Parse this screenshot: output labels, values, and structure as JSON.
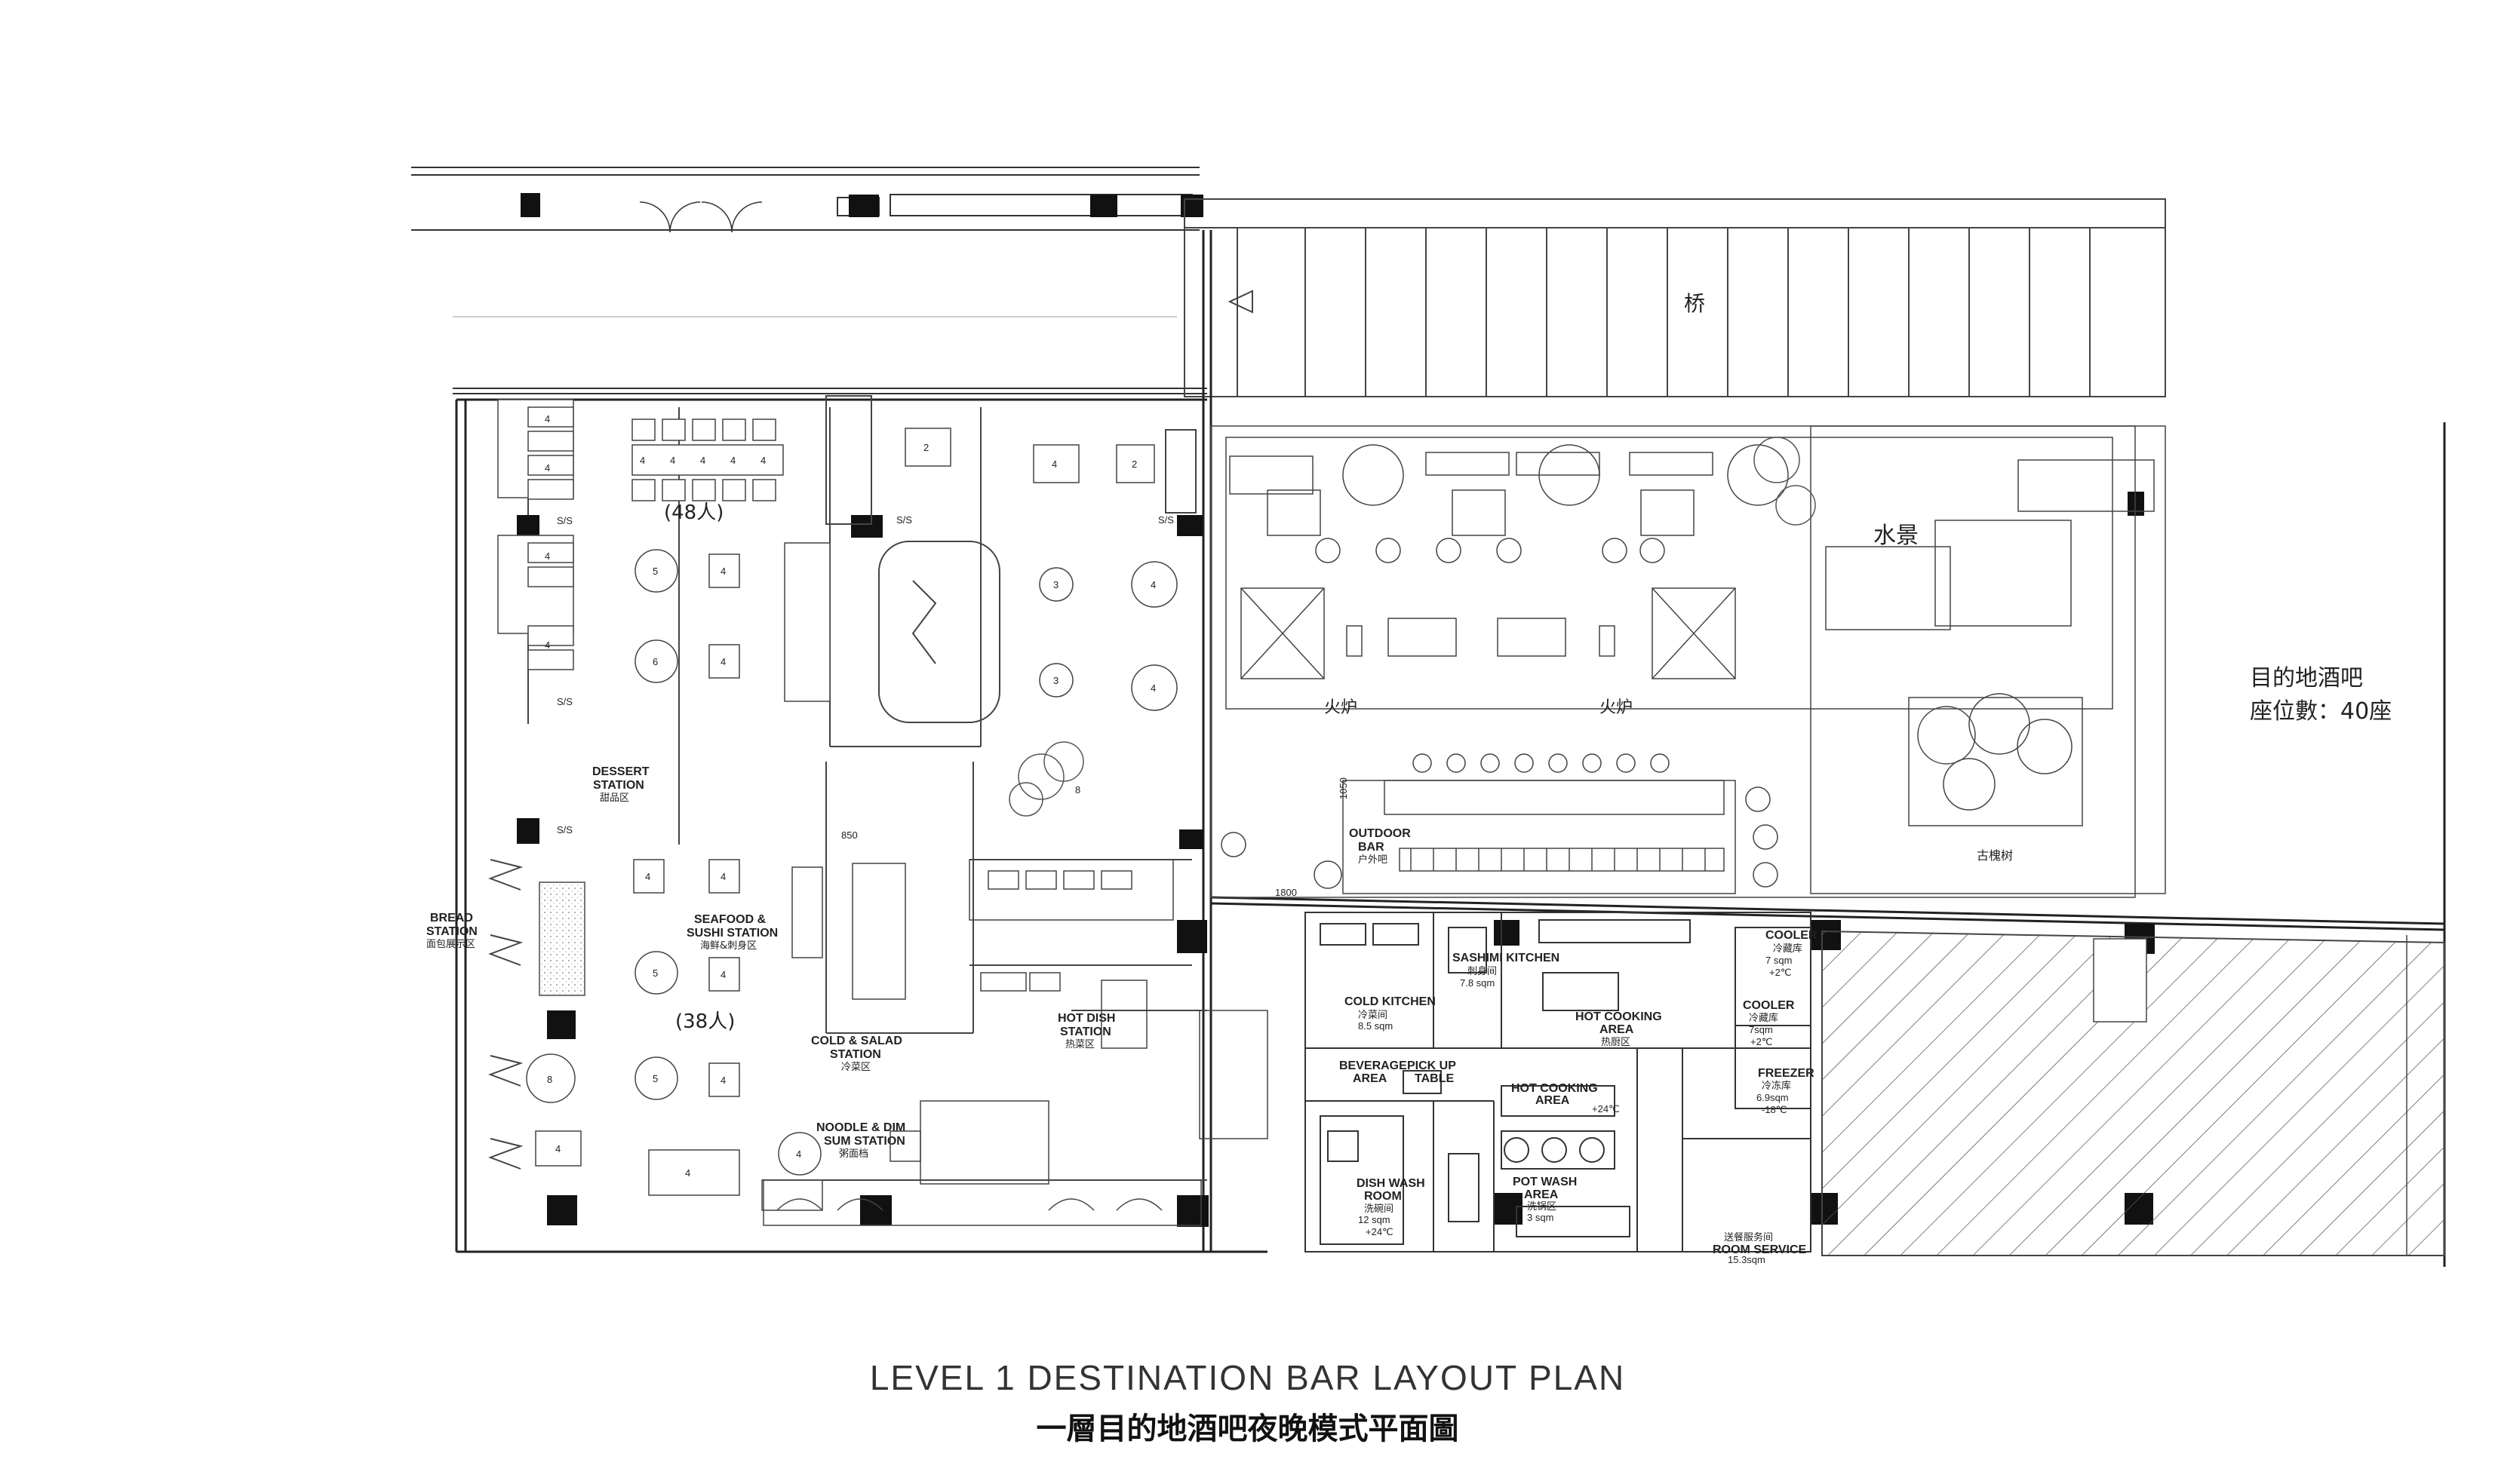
{
  "title": {
    "english": "LEVEL 1 DESTINATION BAR LAYOUT PLAN",
    "chinese": "一層目的地酒吧夜晚模式平面圖"
  },
  "side_note": {
    "line1": "目的地酒吧",
    "line2": "座位數：40座"
  },
  "zones": {
    "bridge": "桥",
    "water": "水景",
    "fire_left": "火炉",
    "fire_right": "火炉",
    "old_tree": "古槐树",
    "seats_48": "(48人)",
    "seats_38": "(38人)"
  },
  "stations": {
    "dessert": {
      "en1": "DESSERT",
      "en2": "STATION",
      "zh": "甜品区"
    },
    "bread": {
      "en1": "BREAD",
      "en2": "STATION",
      "zh": "面包展示区"
    },
    "seafood": {
      "en1": "SEAFOOD &",
      "en2": "SUSHI STATION",
      "zh": "海鲜&刺身区"
    },
    "cold_salad": {
      "en1": "COLD & SALAD",
      "en2": "STATION",
      "zh": "冷菜区"
    },
    "hot_dish": {
      "en1": "HOT DISH",
      "en2": "STATION",
      "zh": "热菜区"
    },
    "noodle": {
      "en1": "NOODLE & DIM",
      "en2": "SUM STATION",
      "zh": "粥面档"
    },
    "outdoor_bar": {
      "en1": "OUTDOOR",
      "en2": "BAR",
      "zh": "户外吧"
    }
  },
  "rooms": {
    "cold_kitchen": {
      "en": "COLD KITCHEN",
      "zh": "冷菜间",
      "area": "8.5 sqm"
    },
    "sashimi_kitchen": {
      "en": "SASHIMI KITCHEN",
      "zh": "刺身间",
      "area": "7.8 sqm"
    },
    "hot_cooking_1": {
      "en1": "HOT COOKING",
      "en2": "AREA",
      "zh": "热厨区"
    },
    "hot_cooking_2": {
      "en1": "HOT COOKING",
      "en2": "AREA",
      "temp": "+24℃"
    },
    "beverage": {
      "en1": "BEVERAGE",
      "en2": "AREA"
    },
    "pickup": {
      "en1": "PICK UP",
      "en2": "TABLE"
    },
    "dish_wash": {
      "en1": "DISH WASH",
      "en2": "ROOM",
      "zh": "洗碗间",
      "area": "12 sqm",
      "temp": "+24℃"
    },
    "pot_wash": {
      "en1": "POT WASH",
      "en2": "AREA",
      "zh": "洗锅区",
      "area": "3 sqm"
    },
    "cooler_1": {
      "en": "COOLER",
      "zh": "冷藏库",
      "area": "7 sqm",
      "temp": "+2℃"
    },
    "cooler_2": {
      "en": "COOLER",
      "zh": "冷藏库",
      "area": "7sqm",
      "temp": "+2℃"
    },
    "freezer": {
      "en": "FREEZER",
      "zh": "冷冻库",
      "area": "6.9sqm",
      "temp": "-18℃"
    },
    "room_service": {
      "en": "ROOM SERVICE",
      "zh": "送餐服务间",
      "area": "15.3sqm"
    }
  },
  "table_labels": {
    "four": "4",
    "five": "5",
    "six": "6",
    "eight": "8",
    "two": "2",
    "three": "3",
    "ss": "S/S"
  },
  "dimensions": {
    "d1800": "1800",
    "d1050": "1050",
    "d850": "850"
  }
}
